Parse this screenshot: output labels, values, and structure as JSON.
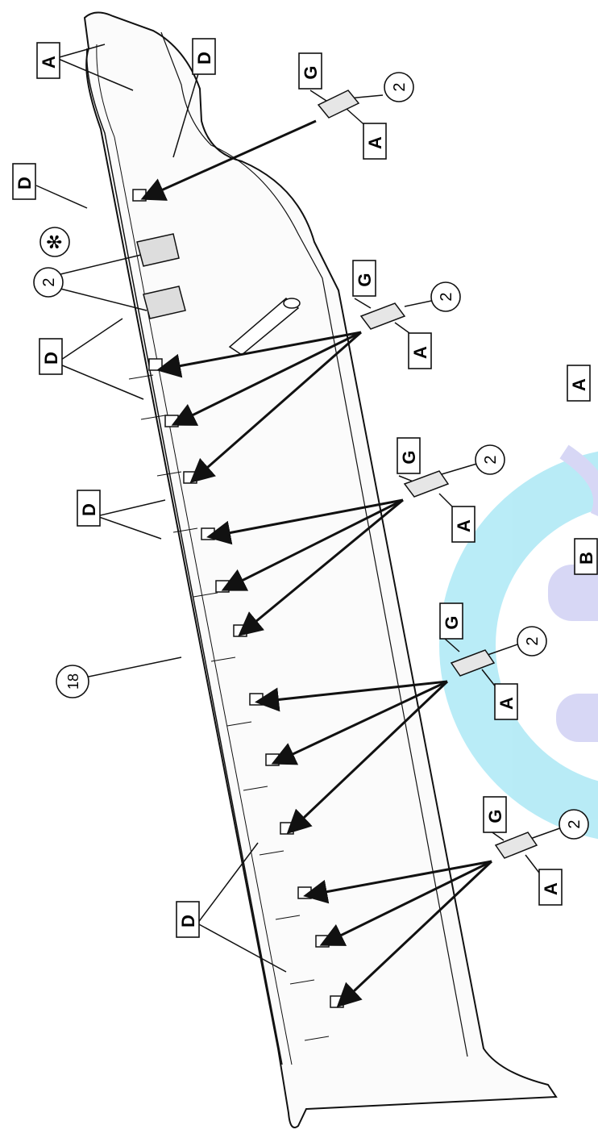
{
  "diagram": {
    "part_ref": "18",
    "clip_ref": "2",
    "asterisk_ref": "✻",
    "labels": {
      "A": "A",
      "B": "B",
      "D": "D",
      "G": "G"
    },
    "colors": {
      "line": "#111111",
      "part_fill": "#fbfbfb",
      "watermark_ring": "#7fdcf0",
      "watermark_inner": "#b8b8ee"
    }
  }
}
